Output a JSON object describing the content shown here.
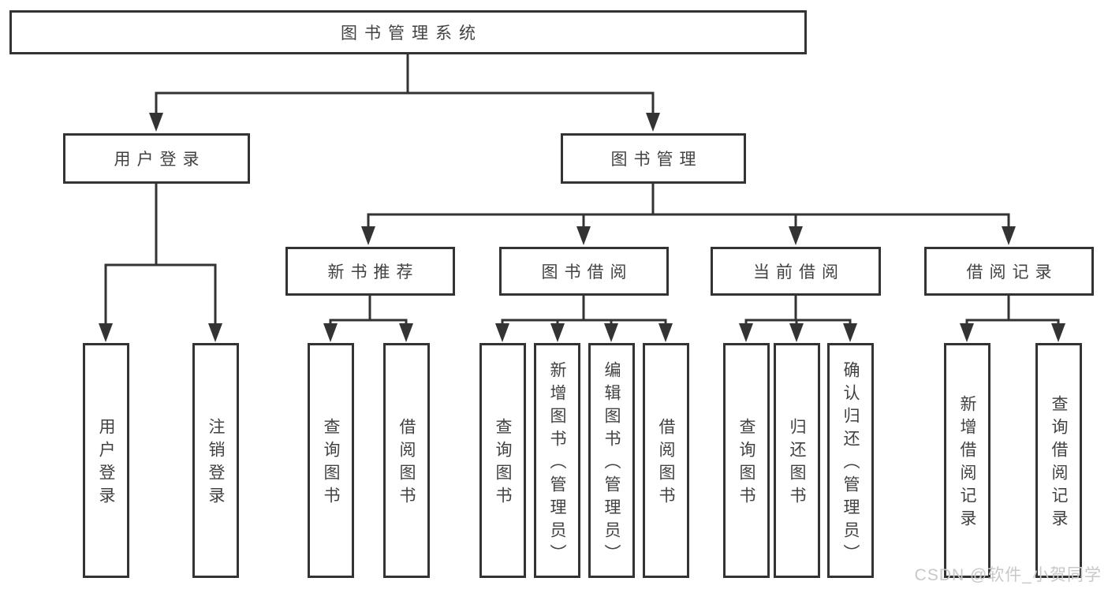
{
  "diagram": {
    "root": {
      "label": "图书管理系统"
    },
    "level2": [
      {
        "label": "用户登录",
        "children": [
          {
            "label": "用户登录"
          },
          {
            "label": "注销登录"
          }
        ]
      },
      {
        "label": "图书管理",
        "children": [
          {
            "label": "新书推荐",
            "children": [
              {
                "label": "查询图书"
              },
              {
                "label": "借阅图书"
              }
            ]
          },
          {
            "label": "图书借阅",
            "children": [
              {
                "label": "查询图书"
              },
              {
                "label": "新增图书（管理员）"
              },
              {
                "label": "编辑图书（管理员）"
              },
              {
                "label": "借阅图书"
              }
            ]
          },
          {
            "label": "当前借阅",
            "children": [
              {
                "label": "查询图书"
              },
              {
                "label": "归还图书"
              },
              {
                "label": "确认归还（管理员）"
              }
            ]
          },
          {
            "label": "借阅记录",
            "children": [
              {
                "label": "新增借阅记录"
              },
              {
                "label": "查询借阅记录"
              }
            ]
          }
        ]
      }
    ]
  },
  "watermark": {
    "text": "CSDN @软件_小贺同学"
  },
  "colors": {
    "line": "#333333",
    "text": "#424242",
    "watermark": "#c8c8c8",
    "background": "#ffffff"
  }
}
